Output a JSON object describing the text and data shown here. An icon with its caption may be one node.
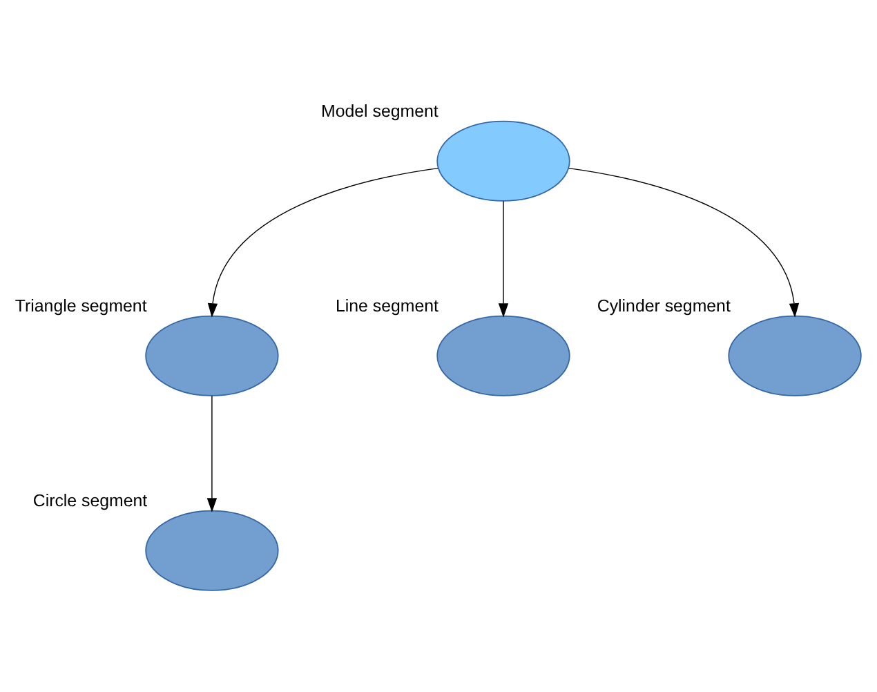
{
  "diagram": {
    "nodes": [
      {
        "text": [
          "Model segment"
        ]
      },
      {
        "text": [
          "Triangle segment"
        ]
      },
      {
        "text": [
          "Line segment"
        ]
      },
      {
        "text": [
          "Cylinder segment"
        ]
      },
      {
        "text": [
          "Circle segment"
        ]
      }
    ],
    "edges": [
      {
        "from": 0,
        "to": 1,
        "arrow": "to"
      },
      {
        "from": 0,
        "to": 2,
        "arrow": "to"
      },
      {
        "from": 0,
        "to": 3,
        "arrow": "to"
      },
      {
        "from": 1,
        "to": 4,
        "arrow": "to"
      }
    ]
  }
}
